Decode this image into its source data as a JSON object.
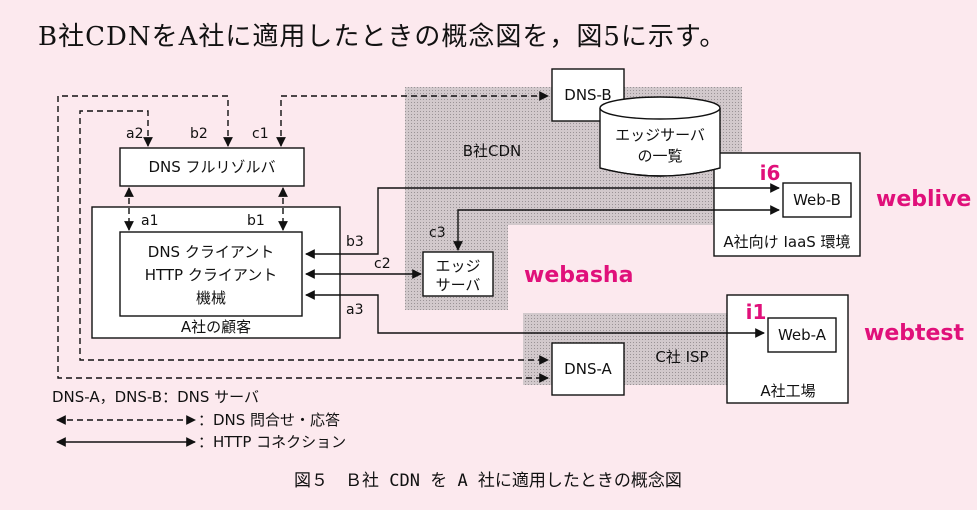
{
  "intro_text": "B社CDNをA社に適用したときの概念図を，図5に示す。",
  "caption": "図５　Ｂ社 CDN を A 社に適用したときの概念図",
  "nodes": {
    "dns_b": "DNS-B",
    "edge_list_1": "エッジサーバ",
    "edge_list_2": "の一覧",
    "b_cdn": "B社CDN",
    "full_resolver": "DNS フルリゾルバ",
    "client_1": "DNS クライアント",
    "client_2": "HTTP クライアント",
    "client_3": "機械",
    "customer": "A社の顧客",
    "edge_1": "エッジ",
    "edge_2": "サーバ",
    "web_b": "Web-B",
    "iaas": "A社向け IaaS 環境",
    "web_a": "Web-A",
    "dns_a": "DNS-A",
    "c_isp": "C社 ISP",
    "factory": "A社工場"
  },
  "links": {
    "a1": "a1",
    "a2": "a2",
    "a3": "a3",
    "b1": "b1",
    "b2": "b2",
    "b3": "b3",
    "c1": "c1",
    "c2": "c2",
    "c3": "c3"
  },
  "annotations": {
    "i6": "i6",
    "weblive": "weblive",
    "webasha": "webasha",
    "i1": "i1",
    "webtest": "webtest"
  },
  "legend": {
    "servers": "DNS-A，DNS-B：DNS サーバ",
    "dns_query": "：DNS 問合せ・応答",
    "http_conn": "：HTTP コネクション"
  }
}
